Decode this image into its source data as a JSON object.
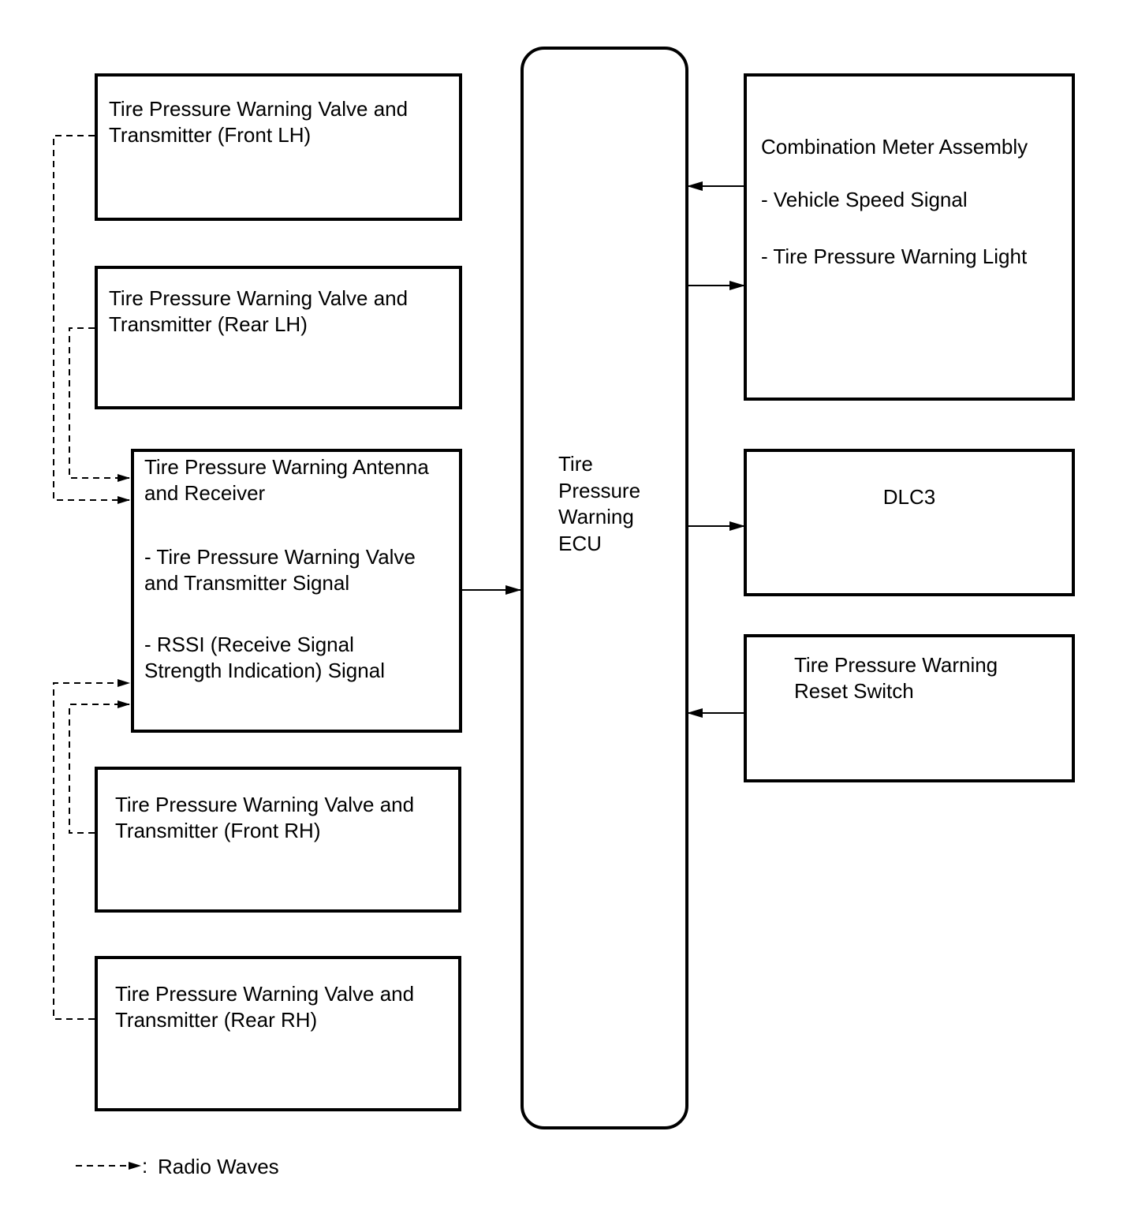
{
  "ecu": {
    "label": "Tire\nPressure\nWarning\nECU"
  },
  "left_boxes": {
    "front_lh": "Tire Pressure Warning Valve and\nTransmitter (Front LH)",
    "rear_lh": "Tire Pressure Warning Valve and\nTransmitter (Rear LH)",
    "antenna": {
      "title": "Tire Pressure Warning Antenna\nand Receiver",
      "signal_1": "- Tire Pressure Warning Valve\nand Transmitter Signal",
      "signal_2": "- RSSI (Receive Signal\nStrength Indication) Signal"
    },
    "front_rh": "Tire Pressure Warning Valve and\nTransmitter (Front RH)",
    "rear_rh": "Tire Pressure Warning Valve and\nTransmitter (Rear RH)"
  },
  "right_boxes": {
    "combination_meter": {
      "title": "Combination Meter Assembly",
      "signal_1": "- Vehicle Speed Signal",
      "signal_2": "- Tire Pressure Warning Light"
    },
    "dlc3": "DLC3",
    "reset_switch": "Tire Pressure Warning\nReset Switch"
  },
  "legend": {
    "separator": ":",
    "label": "Radio Waves"
  }
}
